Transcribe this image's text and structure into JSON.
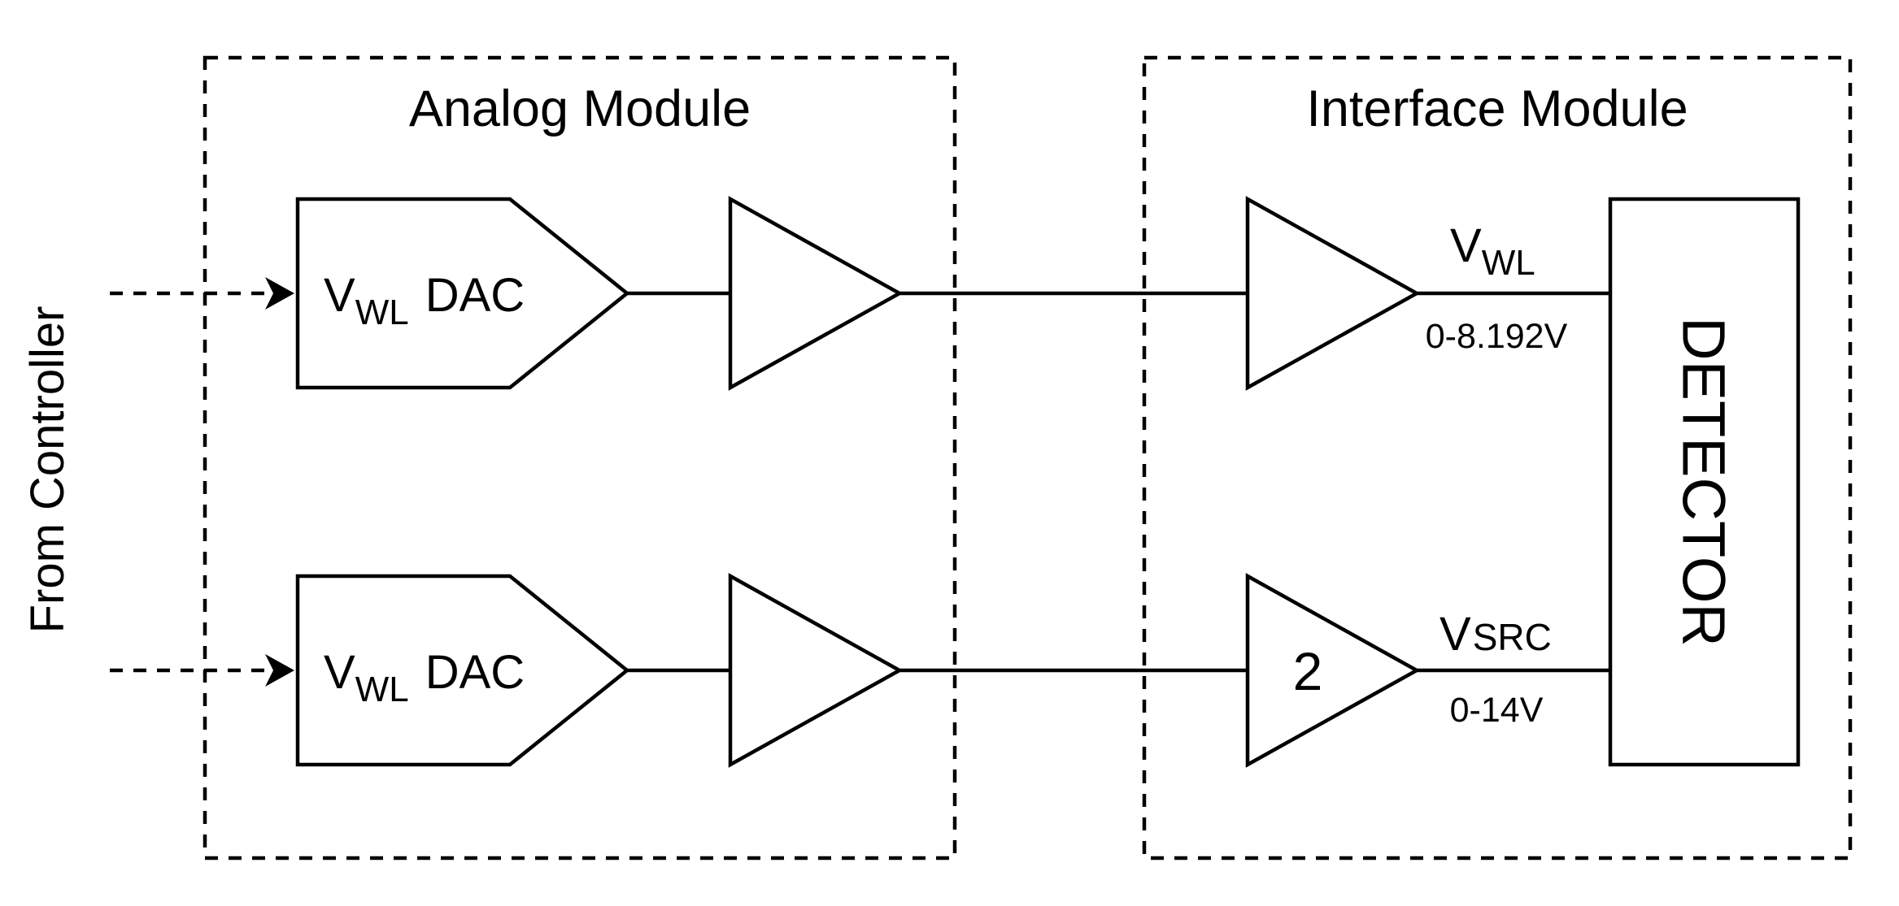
{
  "modules": {
    "analog": {
      "title": "Analog Module"
    },
    "interface": {
      "title": "Interface Module"
    }
  },
  "input_label": "From Controller",
  "channels": [
    {
      "dac": {
        "main": "V",
        "sub": "WL",
        "suffix": "DAC"
      },
      "output": {
        "main": "V",
        "sub": "WL",
        "range": "0-8.192V"
      },
      "gain": ""
    },
    {
      "dac": {
        "main": "V",
        "sub": "WL",
        "suffix": "DAC"
      },
      "output": {
        "main": "V",
        "sub": "SRC",
        "range": "0-14V"
      },
      "gain": "2"
    }
  ],
  "detector": {
    "label": "DETECTOR"
  }
}
